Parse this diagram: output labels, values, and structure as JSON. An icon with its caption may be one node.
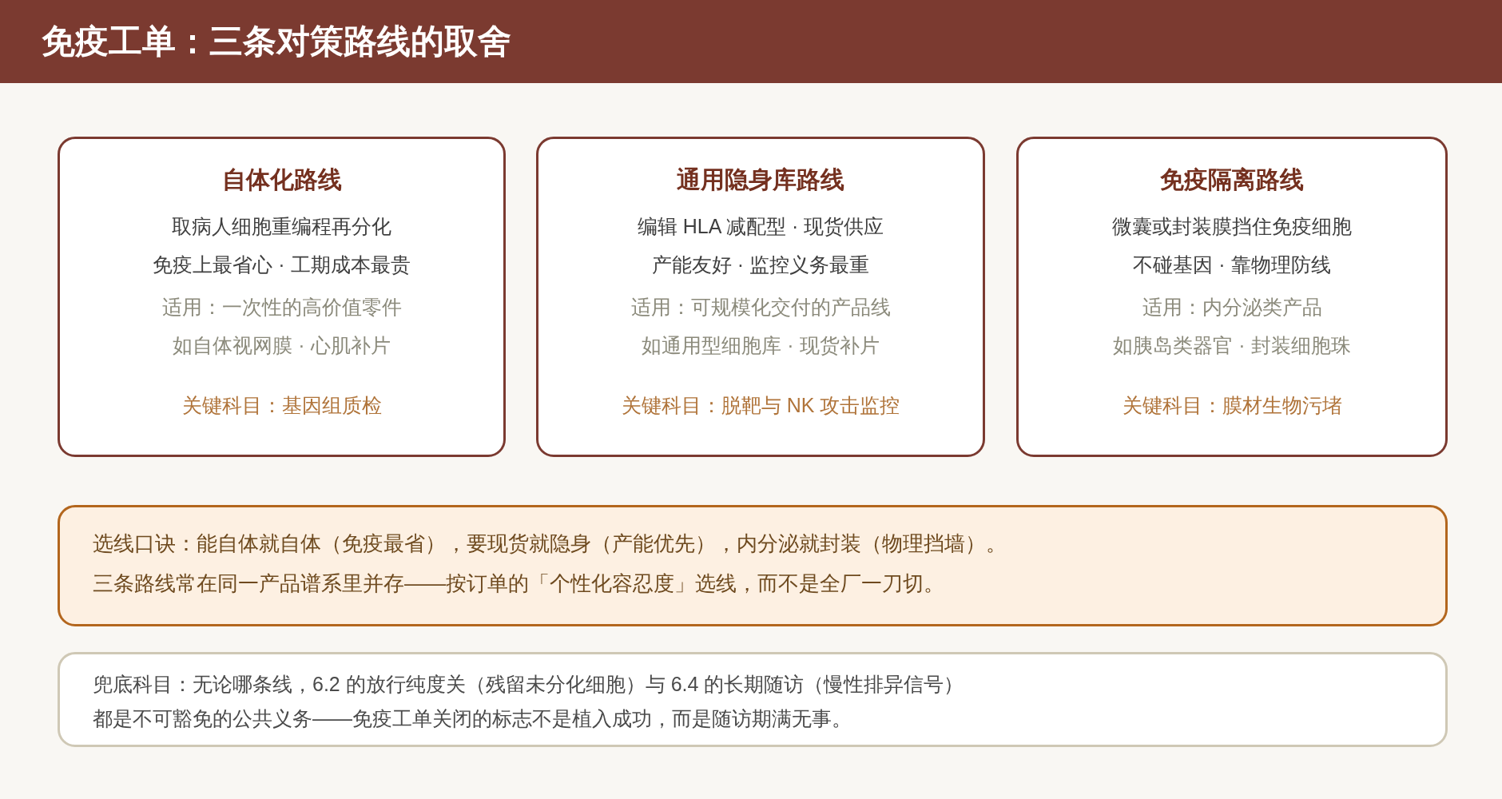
{
  "diagram": {
    "title": "免疫工单：三条对策路线的取舍",
    "nodes": [
      {
        "text": [
          "自体化路线",
          "取病人细胞重编程再分化",
          "免疫上最省心 · 工期成本最贵",
          "适用：一次性的高价值零件",
          "如自体视网膜 · 心肌补片",
          "关键科目：基因组质检"
        ]
      },
      {
        "text": [
          "通用隐身库路线",
          "编辑 HLA 减配型 · 现货供应",
          "产能友好 · 监控义务最重",
          "适用：可规模化交付的产品线",
          "如通用型细胞库 · 现货补片",
          "关键科目：脱靶与 NK 攻击监控"
        ]
      },
      {
        "text": [
          "免疫隔离路线",
          "微囊或封装膜挡住免疫细胞",
          "不碰基因 · 靠物理防线",
          "适用：内分泌类产品",
          "如胰岛类器官 · 封装细胞珠",
          "关键科目：膜材生物污堵"
        ]
      },
      {
        "text": [
          "选线口诀：能自体就自体（免疫最省），要现货就隐身（产能优先），内分泌就封装（物理挡墙）。",
          "三条路线常在同一产品谱系里并存——按订单的「个性化容忍度」选线，而不是全厂一刀切。"
        ]
      },
      {
        "text": [
          "兜底科目：无论哪条线，6.2 的放行纯度关（残留未分化细胞）与 6.4 的长期随访（慢性排异信号）都是不可豁免的公共义务——免疫工单关闭的标志不是植入成功，而是随访期满无事。"
        ]
      }
    ]
  }
}
